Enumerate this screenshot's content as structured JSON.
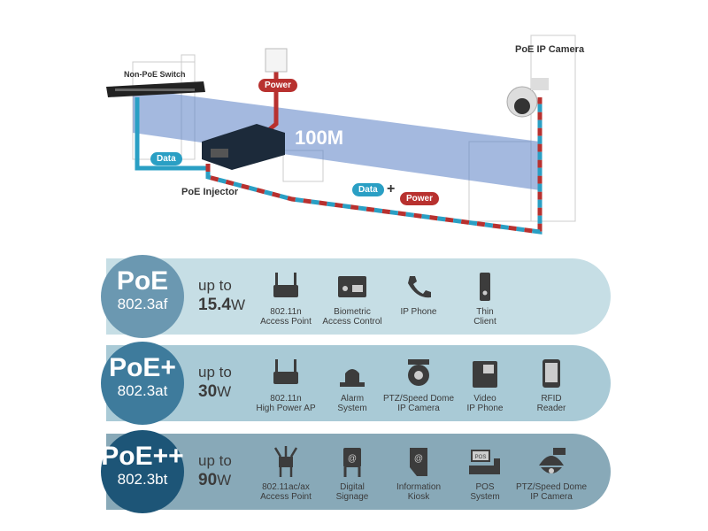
{
  "diagram": {
    "switch_label": "Non-PoE Switch",
    "camera_label": "PoE IP Camera",
    "power_label": "Power",
    "speed_label": "100M",
    "data_label": "Data",
    "injector_label": "PoE Injector",
    "combined": {
      "data": "Data",
      "plus": "+",
      "power": "Power"
    },
    "colors": {
      "data": "#2a9fc4",
      "power": "#b8312f",
      "beam": "#5a7fc4"
    }
  },
  "tiers": [
    {
      "name": "PoE",
      "standard": "802.3af",
      "upto": "up to",
      "watts": "15.4",
      "unit": "W",
      "band_color": "#c6dee5",
      "circle_color": "#6b98b1",
      "devices": [
        {
          "icon": "router-icon",
          "label1": "802.11n",
          "label2": "Access Point"
        },
        {
          "icon": "biometric-icon",
          "label1": "Biometric",
          "label2": "Access Control"
        },
        {
          "icon": "phone-icon",
          "label1": "IP Phone",
          "label2": ""
        },
        {
          "icon": "thin-client-icon",
          "label1": "Thin",
          "label2": "Client"
        }
      ]
    },
    {
      "name": "PoE+",
      "standard": "802.3at",
      "upto": "up to",
      "watts": "30",
      "unit": "W",
      "band_color": "#a9cad6",
      "circle_color": "#3e7b9c",
      "devices": [
        {
          "icon": "router-icon",
          "label1": "802.11n",
          "label2": "High Power AP"
        },
        {
          "icon": "alarm-icon",
          "label1": "Alarm",
          "label2": "System"
        },
        {
          "icon": "camera-icon",
          "label1": "PTZ/Speed Dome",
          "label2": "IP Camera"
        },
        {
          "icon": "video-phone-icon",
          "label1": "Video",
          "label2": "IP Phone"
        },
        {
          "icon": "rfid-icon",
          "label1": "RFID",
          "label2": "Reader"
        }
      ]
    },
    {
      "name": "PoE++",
      "standard": "802.3bt",
      "upto": "up to",
      "watts": "90",
      "unit": "W",
      "band_color": "#88a9b8",
      "circle_color": "#1d5577",
      "devices": [
        {
          "icon": "outdoor-ap-icon",
          "label1": "802.11ac/ax",
          "label2": "Access Point"
        },
        {
          "icon": "signage-icon",
          "label1": "Digital",
          "label2": "Signage"
        },
        {
          "icon": "kiosk-icon",
          "label1": "Information",
          "label2": "Kiosk"
        },
        {
          "icon": "pos-icon",
          "label1": "POS",
          "label2": "System",
          "screen": "POS"
        },
        {
          "icon": "dome-camera-icon",
          "label1": "PTZ/Speed Dome",
          "label2": "IP Camera"
        }
      ]
    }
  ]
}
